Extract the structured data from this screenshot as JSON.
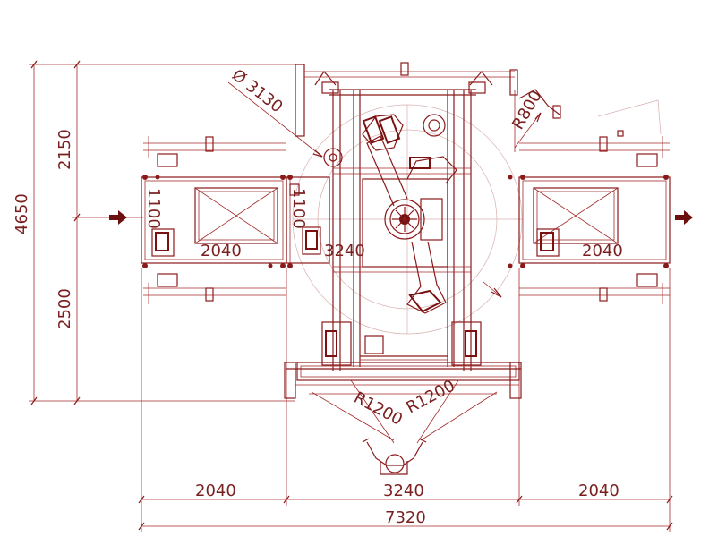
{
  "drawing": {
    "dimensions": {
      "total_height": "4650",
      "upper_height": "2150",
      "lower_height": "2500",
      "bottom_left": "2040",
      "bottom_center": "3240",
      "bottom_right": "2040",
      "bottom_total": "7320",
      "left_conveyor_length": "2040",
      "right_conveyor_length": "2040",
      "center_width": "3240",
      "left_conveyor_width": "1100",
      "center_conveyor_width": "1100",
      "robot_reach_diameter": "Ø 3130",
      "corner_radius": "R800",
      "operator_radius_left": "R1200",
      "operator_radius_right": "R1200"
    },
    "colors": {
      "line": "#8b1a1a",
      "thin": "#a52a2a",
      "arrow": "#8b1a1a",
      "text": "#7a1f1f"
    }
  }
}
